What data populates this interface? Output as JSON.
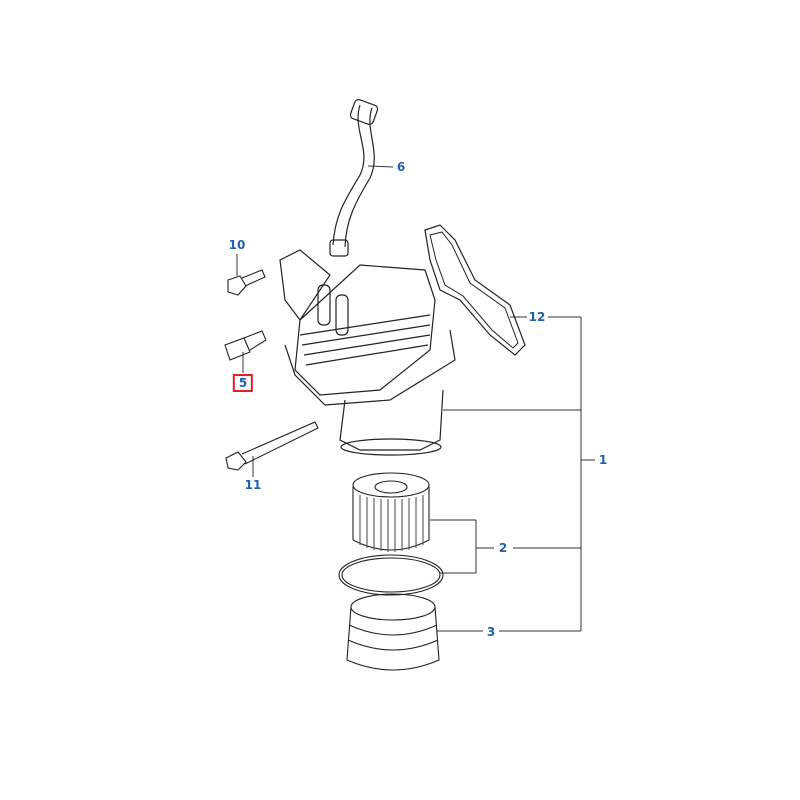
{
  "diagram": {
    "callouts": [
      {
        "id": "6",
        "text": "6"
      },
      {
        "id": "10",
        "text": "10"
      },
      {
        "id": "12",
        "text": "12"
      },
      {
        "id": "5",
        "text": "5",
        "highlighted": true
      },
      {
        "id": "1",
        "text": "1"
      },
      {
        "id": "11",
        "text": "11"
      },
      {
        "id": "2",
        "text": "2"
      },
      {
        "id": "3",
        "text": "3"
      }
    ],
    "colors": {
      "callout": "#1f5fae",
      "highlight": "#e0202a",
      "line": "#222222"
    }
  }
}
